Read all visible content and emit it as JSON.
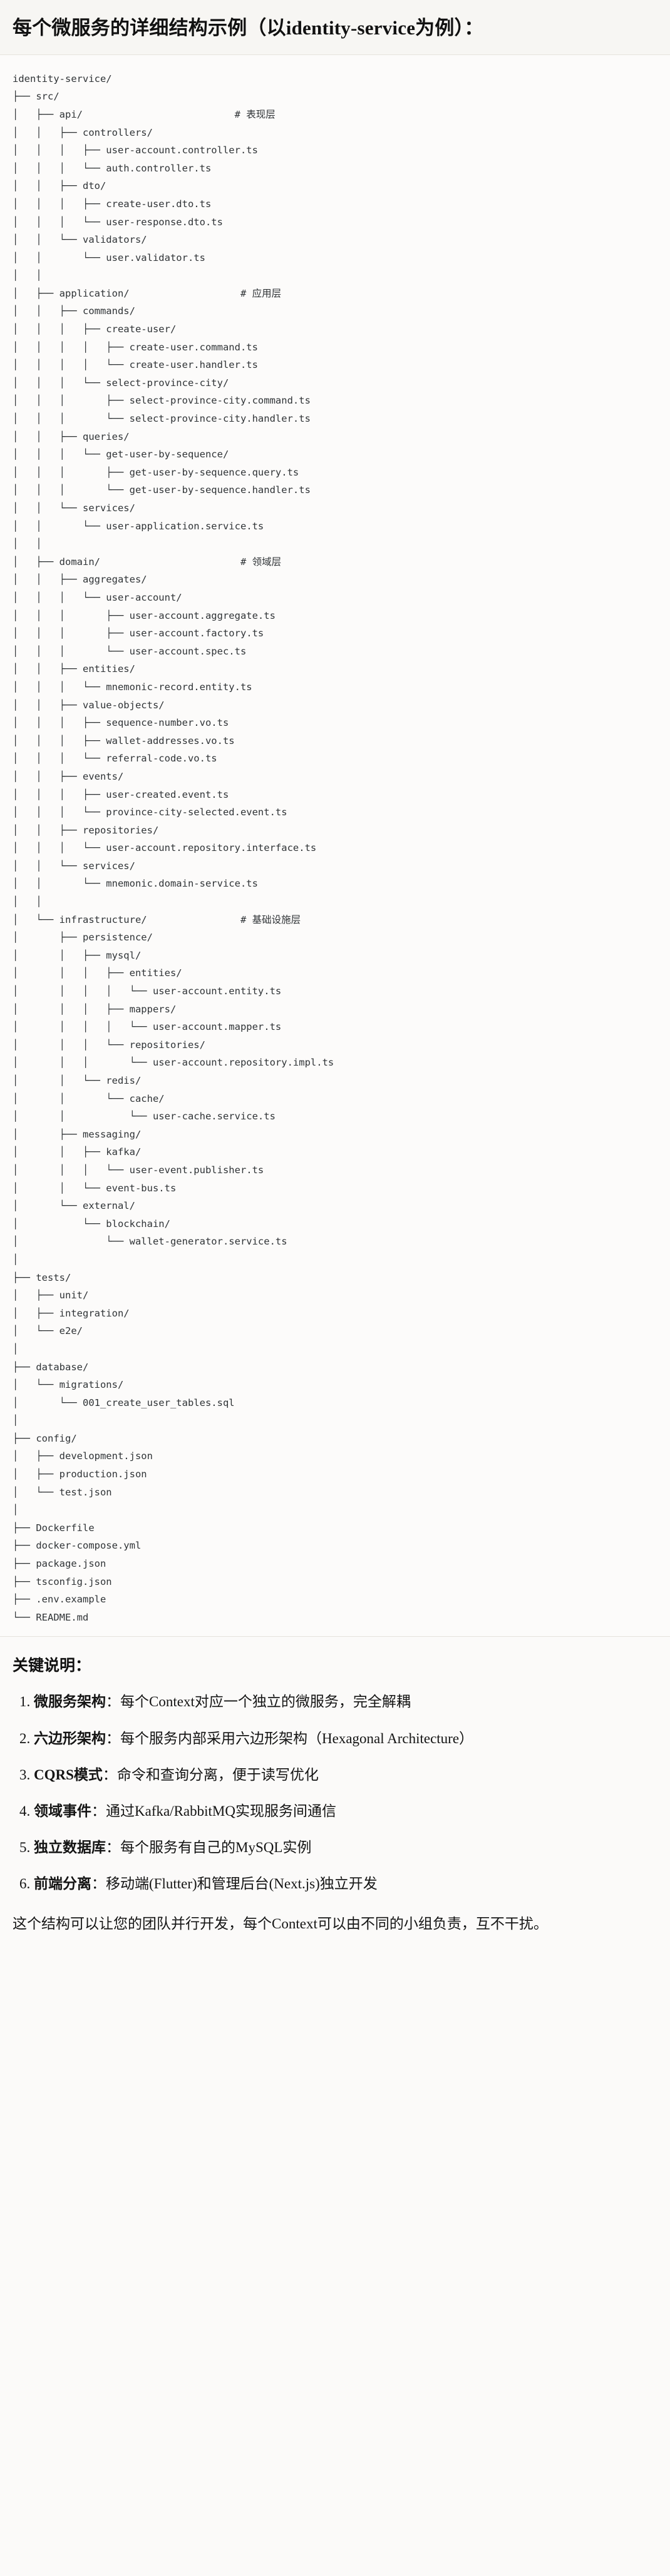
{
  "header": {
    "title": "每个微服务的详细结构示例（以identity-service为例）："
  },
  "tree": {
    "lines": [
      "identity-service/",
      "├── src/",
      "│   ├── api/                          # 表现层",
      "│   │   ├── controllers/",
      "│   │   │   ├── user-account.controller.ts",
      "│   │   │   └── auth.controller.ts",
      "│   │   ├── dto/",
      "│   │   │   ├── create-user.dto.ts",
      "│   │   │   └── user-response.dto.ts",
      "│   │   └── validators/",
      "│   │       └── user.validator.ts",
      "│   │",
      "│   ├── application/                   # 应用层",
      "│   │   ├── commands/",
      "│   │   │   ├── create-user/",
      "│   │   │   │   ├── create-user.command.ts",
      "│   │   │   │   └── create-user.handler.ts",
      "│   │   │   └── select-province-city/",
      "│   │   │       ├── select-province-city.command.ts",
      "│   │   │       └── select-province-city.handler.ts",
      "│   │   ├── queries/",
      "│   │   │   └── get-user-by-sequence/",
      "│   │   │       ├── get-user-by-sequence.query.ts",
      "│   │   │       └── get-user-by-sequence.handler.ts",
      "│   │   └── services/",
      "│   │       └── user-application.service.ts",
      "│   │",
      "│   ├── domain/                        # 领域层",
      "│   │   ├── aggregates/",
      "│   │   │   └── user-account/",
      "│   │   │       ├── user-account.aggregate.ts",
      "│   │   │       ├── user-account.factory.ts",
      "│   │   │       └── user-account.spec.ts",
      "│   │   ├── entities/",
      "│   │   │   └── mnemonic-record.entity.ts",
      "│   │   ├── value-objects/",
      "│   │   │   ├── sequence-number.vo.ts",
      "│   │   │   ├── wallet-addresses.vo.ts",
      "│   │   │   └── referral-code.vo.ts",
      "│   │   ├── events/",
      "│   │   │   ├── user-created.event.ts",
      "│   │   │   └── province-city-selected.event.ts",
      "│   │   ├── repositories/",
      "│   │   │   └── user-account.repository.interface.ts",
      "│   │   └── services/",
      "│   │       └── mnemonic.domain-service.ts",
      "│   │",
      "│   └── infrastructure/                # 基础设施层",
      "│       ├── persistence/",
      "│       │   ├── mysql/",
      "│       │   │   ├── entities/",
      "│       │   │   │   └── user-account.entity.ts",
      "│       │   │   ├── mappers/",
      "│       │   │   │   └── user-account.mapper.ts",
      "│       │   │   └── repositories/",
      "│       │   │       └── user-account.repository.impl.ts",
      "│       │   └── redis/",
      "│       │       └── cache/",
      "│       │           └── user-cache.service.ts",
      "│       ├── messaging/",
      "│       │   ├── kafka/",
      "│       │   │   └── user-event.publisher.ts",
      "│       │   └── event-bus.ts",
      "│       └── external/",
      "│           └── blockchain/",
      "│               └── wallet-generator.service.ts",
      "│",
      "├── tests/",
      "│   ├── unit/",
      "│   ├── integration/",
      "│   └── e2e/",
      "│",
      "├── database/",
      "│   └── migrations/",
      "│       └── 001_create_user_tables.sql",
      "│",
      "├── config/",
      "│   ├── development.json",
      "│   ├── production.json",
      "│   └── test.json",
      "│",
      "├── Dockerfile",
      "├── docker-compose.yml",
      "├── package.json",
      "├── tsconfig.json",
      "├── .env.example",
      "└── README.md"
    ]
  },
  "notes": {
    "title": "关键说明：",
    "items": [
      {
        "term": "微服务架构",
        "sep": "：",
        "text": "每个Context对应一个独立的微服务，完全解耦"
      },
      {
        "term": "六边形架构",
        "sep": "：",
        "text": "每个服务内部采用六边形架构（Hexagonal Architecture）"
      },
      {
        "term": "CQRS模式",
        "sep": "：",
        "text": "命令和查询分离，便于读写优化"
      },
      {
        "term": "领域事件",
        "sep": "：",
        "text": "通过Kafka/RabbitMQ实现服务间通信"
      },
      {
        "term": "独立数据库",
        "sep": "：",
        "text": "每个服务有自己的MySQL实例"
      },
      {
        "term": "前端分离",
        "sep": "：",
        "text": "移动端(Flutter)和管理后台(Next.js)独立开发"
      }
    ],
    "closing": "这个结构可以让您的团队并行开发，每个Context可以由不同的小组负责，互不干扰。"
  }
}
